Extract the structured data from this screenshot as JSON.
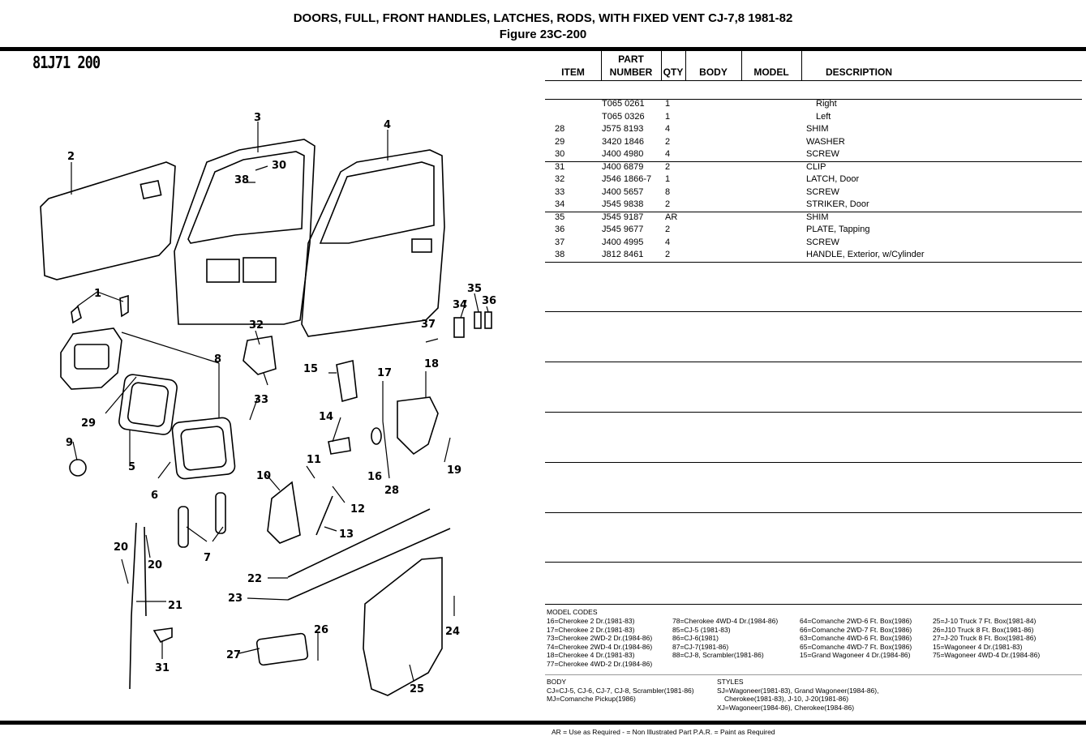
{
  "header": {
    "title": "DOORS, FULL, FRONT HANDLES, LATCHES, RODS, WITH FIXED VENT CJ-7,8 1981-82",
    "figure": "Figure 23C-200"
  },
  "diagram": {
    "figure_id": "81J71 200",
    "callouts": [
      "1",
      "2",
      "3",
      "4",
      "5",
      "6",
      "7",
      "8",
      "9",
      "10",
      "11",
      "12",
      "13",
      "14",
      "15",
      "16",
      "17",
      "18",
      "19",
      "20",
      "20",
      "21",
      "22",
      "23",
      "24",
      "25",
      "26",
      "27",
      "28",
      "29",
      "30",
      "31",
      "32",
      "33",
      "34",
      "35",
      "36",
      "37",
      "38"
    ]
  },
  "table": {
    "headers": {
      "item": "ITEM",
      "part_line1": "PART",
      "part_line2": "NUMBER",
      "qty": "QTY",
      "body": "BODY",
      "model": "MODEL",
      "description": "DESCRIPTION"
    },
    "rows": [
      {
        "item": "",
        "part": "T065 0261",
        "qty": "1",
        "desc": "Right",
        "indent": true
      },
      {
        "item": "",
        "part": "T065 0326",
        "qty": "1",
        "desc": "Left",
        "indent": true
      },
      {
        "item": "28",
        "part": "J575 8193",
        "qty": "4",
        "desc": "SHIM"
      },
      {
        "item": "29",
        "part": "3420 1846",
        "qty": "2",
        "desc": "WASHER"
      },
      {
        "item": "30",
        "part": "J400 4980",
        "qty": "4",
        "desc": "SCREW"
      },
      {
        "item": "31",
        "part": "J400 6879",
        "qty": "2",
        "desc": "CLIP"
      },
      {
        "item": "32",
        "part": "J546 1866-7",
        "qty": "1",
        "desc": "LATCH, Door"
      },
      {
        "item": "33",
        "part": "J400 5657",
        "qty": "8",
        "desc": "SCREW"
      },
      {
        "item": "34",
        "part": "J545 9838",
        "qty": "2",
        "desc": "STRIKER, Door"
      },
      {
        "item": "35",
        "part": "J545 9187",
        "qty": "AR",
        "desc": "SHIM"
      },
      {
        "item": "36",
        "part": "J545 9677",
        "qty": "2",
        "desc": "PLATE, Tapping"
      },
      {
        "item": "37",
        "part": "J400 4995",
        "qty": "4",
        "desc": "SCREW"
      },
      {
        "item": "38",
        "part": "J812 8461",
        "qty": "2",
        "desc": "HANDLE, Exterior, w/Cylinder"
      }
    ]
  },
  "model_codes": {
    "heading": "MODEL CODES",
    "columns": [
      [
        "16=Cherokee 2 Dr.(1981-83)",
        "17=Cherokee 2 Dr.(1981-83)",
        "73=Cherokee 2WD-2 Dr.(1984-86)",
        "74=Cherokee 2WD-4 Dr.(1984-86)",
        "18=Cherokee 4 Dr.(1981-83)",
        "77=Cherokee 4WD-2 Dr.(1984-86)"
      ],
      [
        "78=Cherokee 4WD-4 Dr.(1984-86)",
        "85=CJ-5 (1981-83)",
        "86=CJ-6(1981)",
        "87=CJ-7(1981-86)",
        "88=CJ-8, Scrambler(1981-86)"
      ],
      [
        "64=Comanche 2WD-6 Ft. Box(1986)",
        "66=Comanche 2WD-7 Ft. Box(1986)",
        "63=Comanche 4WD-6 Ft. Box(1986)",
        "65=Comanche 4WD-7 Ft. Box(1986)",
        "15=Grand Wagoneer 4 Dr.(1984-86)"
      ],
      [
        "25=J-10 Truck 7 Ft. Box(1981-84)",
        "26=J10 Truck 8 Ft. Box(1981-86)",
        "27=J-20 Truck 8 Ft. Box(1981-86)",
        "15=Wagoneer 4 Dr.(1981-83)",
        "75=Wagoneer 4WD-4 Dr.(1984-86)"
      ]
    ]
  },
  "body_codes": {
    "heading": "BODY",
    "lines": [
      "CJ=CJ-5, CJ-6, CJ-7, CJ-8, Scrambler(1981-86)",
      "MJ=Comanche Pickup(1986)"
    ]
  },
  "styles": {
    "heading": "STYLES",
    "lines": [
      "SJ=Wagoneer(1981-83), Grand Wagoneer(1984-86),",
      "Cherokee(1981-83), J-10, J-20(1981-86)",
      "XJ=Wagoneer(1984-86), Cherokee(1984-86)"
    ]
  },
  "footer": "AR = Use as Required   - = Non Illustrated Part   P.A.R. = Paint as Required"
}
